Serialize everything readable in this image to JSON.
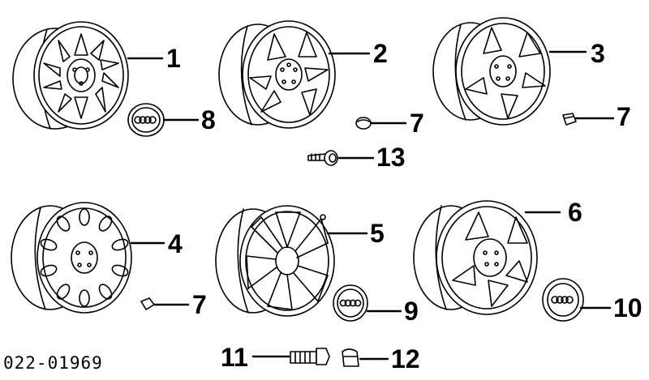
{
  "diagram_code": "022-01969",
  "callouts": {
    "c1": "1",
    "c2": "2",
    "c3": "3",
    "c4": "4",
    "c5": "5",
    "c6": "6",
    "c7a": "7",
    "c7b": "7",
    "c7c": "7",
    "c8": "8",
    "c9": "9",
    "c10": "10",
    "c11": "11",
    "c12": "12",
    "c13": "13"
  },
  "hub_logo": "four-ring-logo",
  "colors": {
    "line": "#000000",
    "background": "#ffffff"
  }
}
